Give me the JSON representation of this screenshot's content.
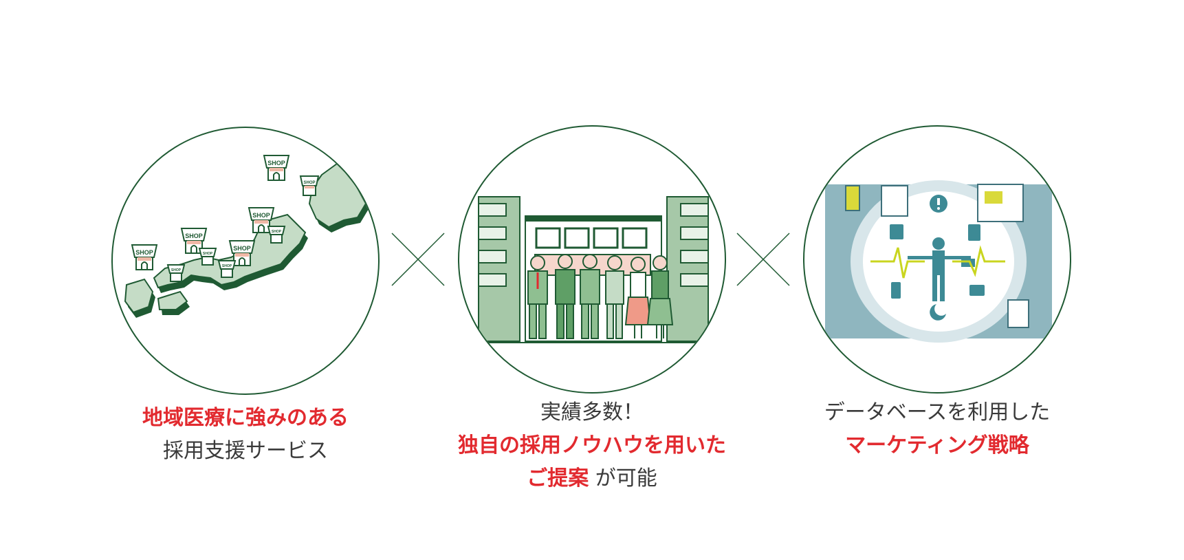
{
  "colors": {
    "circle_border": "#1f5a33",
    "highlight": "#e22a2f",
    "body_text": "#333333",
    "green_fill": "#a6c8a8",
    "dark_green": "#1f5a33",
    "teal": "#3d8a95"
  },
  "items": [
    {
      "image": "japan-map-shops-illustration",
      "line1": "地域医療に強みのある",
      "line2": "採用支援サービス",
      "shop_label": "SHOP"
    },
    {
      "image": "business-team-illustration",
      "line1": "実績多数！",
      "line2": "独自の採用ノウハウを用いた",
      "line3_red": "ご提案",
      "line3_rest": "が可能"
    },
    {
      "image": "marketing-data-illustration",
      "line1": "データベースを利用した",
      "line2": "マーケティング戦略"
    }
  ],
  "separators": [
    "times-icon",
    "times-icon"
  ]
}
